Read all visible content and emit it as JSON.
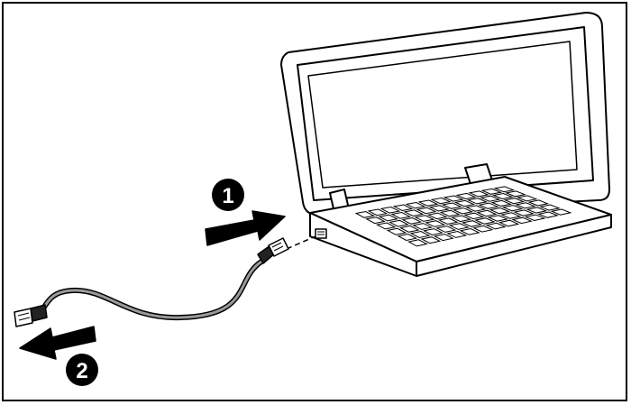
{
  "figure": {
    "callouts": [
      {
        "number": "1",
        "action": "connect"
      },
      {
        "number": "2",
        "action": "disconnect"
      }
    ],
    "colors": {
      "line": "#000000",
      "background": "#ffffff",
      "cable": "#9a9a9a",
      "screen": "#ffffff"
    },
    "icons": [
      "laptop-icon",
      "network-cable-icon",
      "rj45-connector-icon",
      "arrow-right-icon",
      "arrow-left-icon"
    ]
  }
}
